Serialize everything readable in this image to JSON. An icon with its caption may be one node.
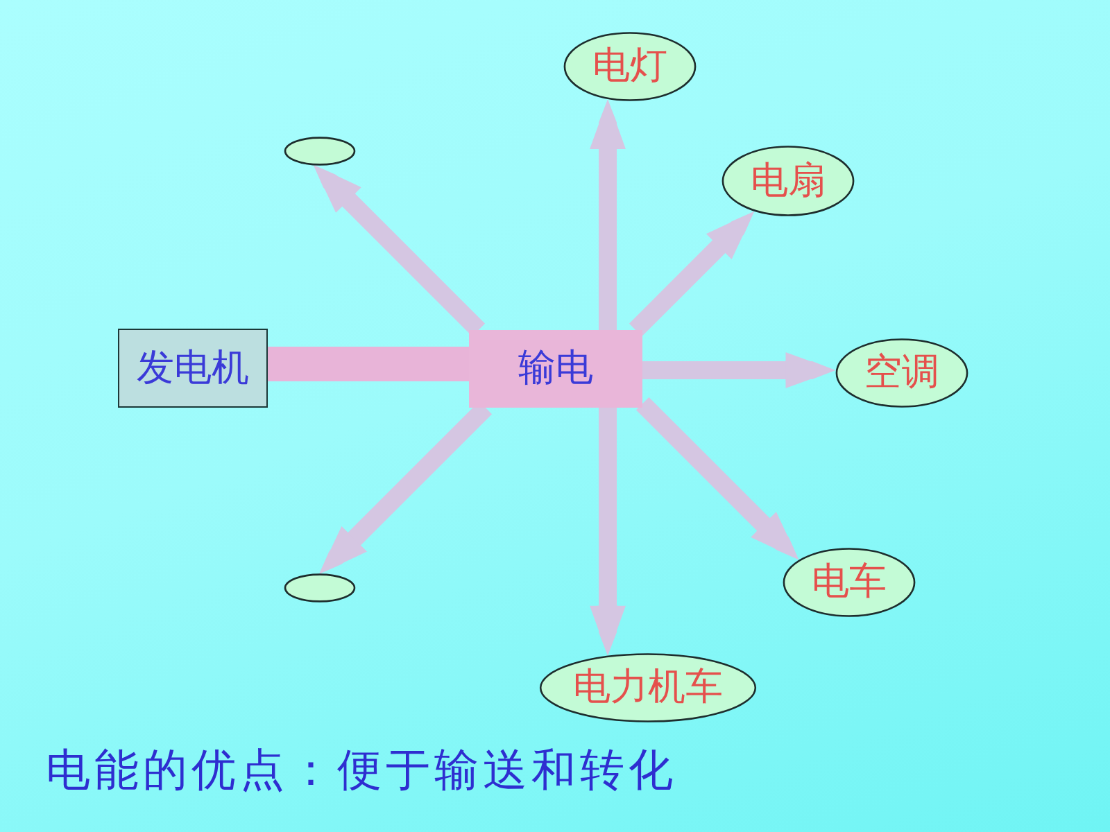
{
  "diagram": {
    "caption": "电能的优点：便于输送和转化",
    "nodes": [
      {
        "text": [
          "发电机"
        ]
      },
      {
        "text": [
          "输电"
        ]
      },
      {
        "text": [
          "电灯"
        ]
      },
      {
        "text": [
          "电扇"
        ]
      },
      {
        "text": [
          "空调"
        ]
      },
      {
        "text": [
          "电车"
        ]
      },
      {
        "text": [
          "电力机车"
        ]
      },
      {
        "text": [],
        "shape": "ellipse"
      },
      {
        "text": [],
        "shape": "ellipse"
      }
    ],
    "edges": [
      {
        "from": 0,
        "to": 1,
        "arrow": "none",
        "style": "thick",
        "color": "#e8b4d8"
      },
      {
        "from": 1,
        "to": 2,
        "arrow": "to"
      },
      {
        "from": 1,
        "to": 3,
        "arrow": "to"
      },
      {
        "from": 1,
        "to": 4,
        "arrow": "to"
      },
      {
        "from": 1,
        "to": 5,
        "arrow": "to"
      },
      {
        "from": 1,
        "to": 6,
        "arrow": "to"
      },
      {
        "from": 1,
        "to": 8,
        "arrow": "to"
      },
      {
        "from": 1,
        "to": 7,
        "arrow": "to"
      }
    ]
  }
}
